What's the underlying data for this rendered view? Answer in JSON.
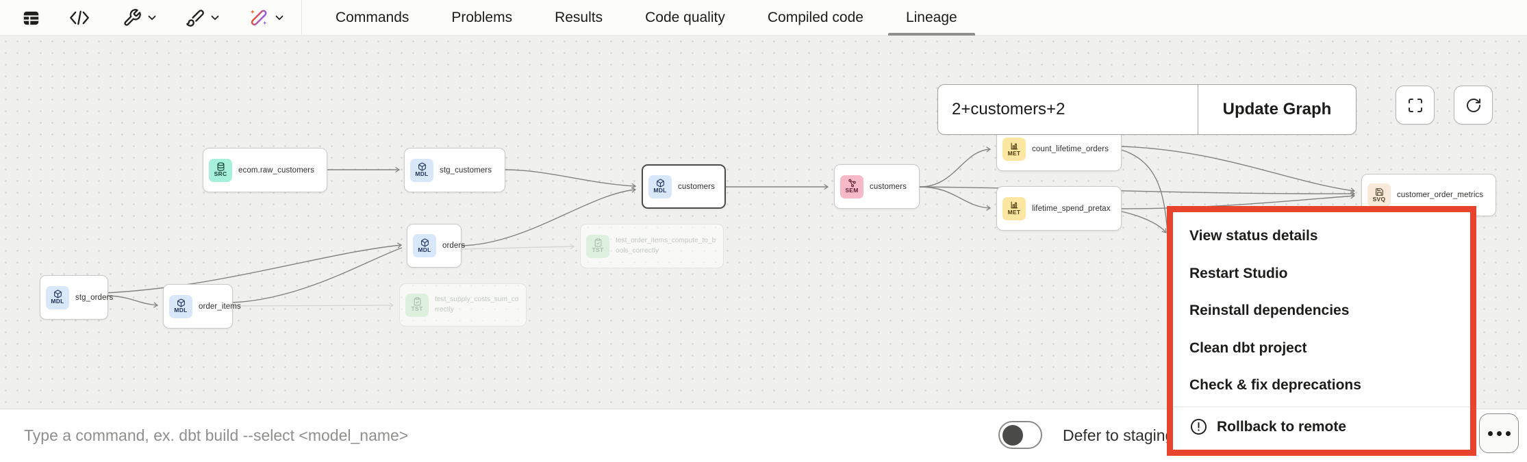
{
  "toolbar": {
    "icons": [
      {
        "name": "table-icon"
      },
      {
        "name": "code-icon"
      },
      {
        "name": "wrench-icon"
      },
      {
        "name": "broom-icon"
      },
      {
        "name": "magic-wand-icon"
      }
    ],
    "tabs": [
      {
        "label": "Commands"
      },
      {
        "label": "Problems"
      },
      {
        "label": "Results"
      },
      {
        "label": "Code quality"
      },
      {
        "label": "Compiled code"
      },
      {
        "label": "Lineage"
      }
    ],
    "active_tab": "Lineage"
  },
  "lineage": {
    "filter_value": "2+customers+2",
    "update_button_label": "Update Graph",
    "nodes": [
      {
        "label": "ecom.raw_customers",
        "badge": "SRC"
      },
      {
        "label": "stg_customers",
        "badge": "MDL"
      },
      {
        "label": "customers",
        "badge": "MDL",
        "selected": true
      },
      {
        "label": "customers",
        "badge": "SEM"
      },
      {
        "label": "count_lifetime_orders",
        "badge": "MET"
      },
      {
        "label": "lifetime_spend_pretax",
        "badge": "MET"
      },
      {
        "label": "customer_order_metrics",
        "badge": "SVQ"
      },
      {
        "label": "stg_orders",
        "badge": "MDL"
      },
      {
        "label": "order_items",
        "badge": "MDL"
      },
      {
        "label": "orders",
        "badge": "MDL"
      },
      {
        "label": "test_order_items_compute_to_bools_correctly",
        "badge": "TST",
        "muted": true
      },
      {
        "label": "test_supply_costs_sum_correctly",
        "badge": "TST",
        "muted": true
      }
    ]
  },
  "context_menu": {
    "items": [
      {
        "label": "View status details"
      },
      {
        "label": "Restart Studio"
      },
      {
        "label": "Reinstall dependencies"
      },
      {
        "label": "Clean dbt project"
      },
      {
        "label": "Check & fix deprecations"
      }
    ],
    "rollback_label": "Rollback to remote",
    "highlight_color": "#e8432c"
  },
  "bottom_bar": {
    "command_placeholder": "Type a command, ex. dbt build --select <model_name>",
    "defer_toggle_label": "Defer to staging",
    "defer_toggle_on": false
  }
}
